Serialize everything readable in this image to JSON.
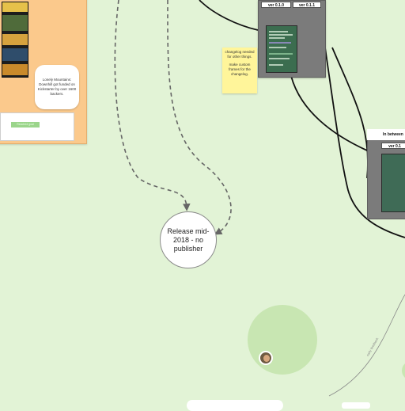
{
  "board": {
    "funded_text": "Lonely Mountains: Downhill got funded on Kickstarter by over 1600 backers.",
    "chart_bar_label": "Reached goal"
  },
  "versions": {
    "tab1": "ver 0.1.0",
    "tab2": "ver 0.1.1"
  },
  "sticky": {
    "line1": "changelog needed for other things.",
    "line2": "make custom frames for the changelog."
  },
  "right_panel": {
    "title": "In between",
    "tab": "ver 0.1"
  },
  "release": {
    "text": "Release mid-2018 - no publisher"
  },
  "connector_label": "early feedback",
  "colors": {
    "canvas": "#e2f3d6",
    "board": "#fbc98c",
    "panel": "#7b7b7b",
    "sticky": "#fff59a",
    "circle": "#c8e6b2"
  }
}
